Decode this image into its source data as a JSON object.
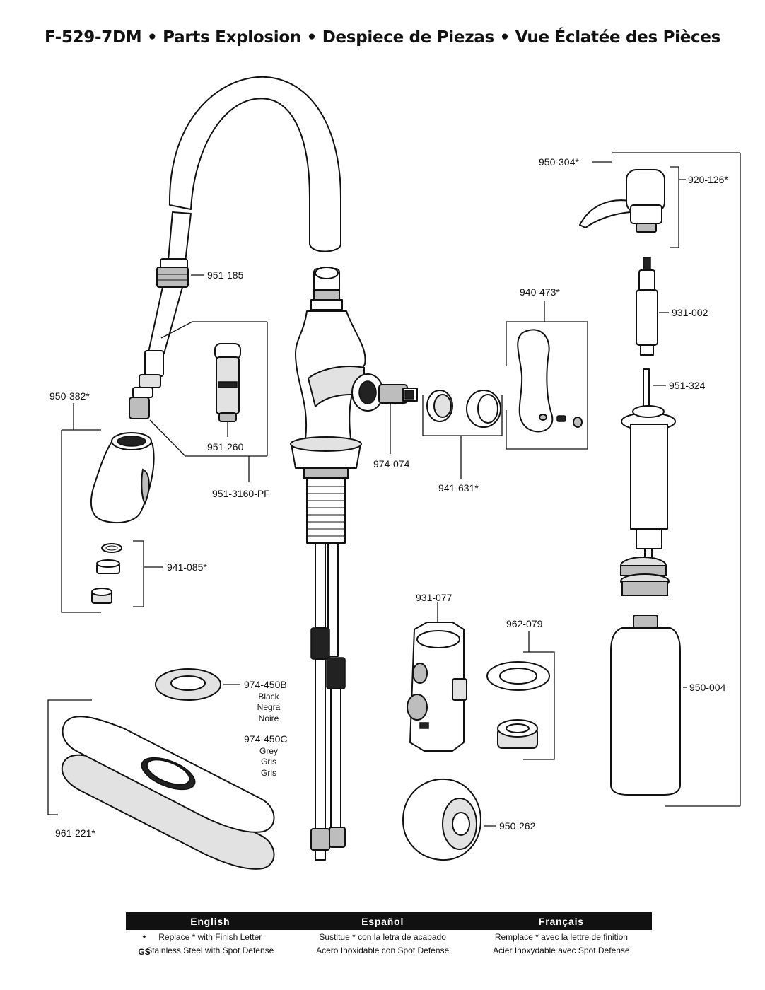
{
  "title": "F-529-7DM  •  Parts Explosion  •  Despiece de Piezas  •  Vue Éclatée des Pièces",
  "parts": {
    "p950_304": "950-304*",
    "p920_126": "920-126*",
    "p951_185": "951-185",
    "p940_473": "940-473*",
    "p931_002": "931-002",
    "p950_382": "950-382*",
    "p951_324": "951-324",
    "p951_260": "951-260",
    "p974_074": "974-074",
    "p941_631": "941-631*",
    "p951_3160": "951-3160-PF",
    "p941_085": "941-085*",
    "p931_077": "931-077",
    "p962_079": "962-079",
    "p974_450b": "974-450B",
    "p974_450b_en": "Black",
    "p974_450b_es": "Negra",
    "p974_450b_fr": "Noire",
    "p974_450c": "974-450C",
    "p974_450c_en": "Grey",
    "p974_450c_es": "Gris",
    "p974_450c_fr": "Gris",
    "p950_004": "950-004",
    "p961_221": "961-221*",
    "p950_262": "950-262"
  },
  "legend": {
    "headers": [
      "English",
      "Español",
      "Français"
    ],
    "rows": [
      {
        "symbol": "*",
        "english": "Replace * with Finish Letter",
        "espanol": "Sustitue * con la letra de acabado",
        "francais": "Remplace * avec la lettre de finition"
      },
      {
        "symbol": "GS",
        "english": "Stainless Steel with Spot Defense",
        "espanol": "Acero Inoxidable con Spot Defense",
        "francais": "Acier Inoxydable avec Spot Defense"
      }
    ]
  }
}
